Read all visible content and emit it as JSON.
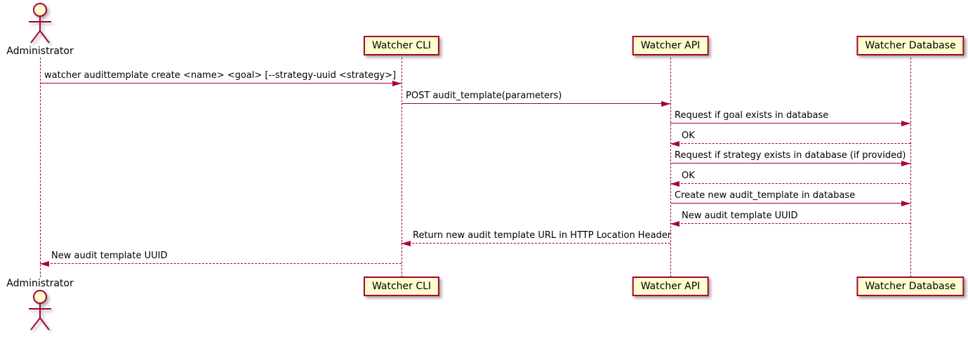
{
  "diagram": {
    "type": "sequence-diagram",
    "colors": {
      "participant_fill": "#FEFECE",
      "border": "#A80036",
      "arrow": "#A80036",
      "lifeline": "#A80036",
      "text": "#000000",
      "background": "#FFFFFF"
    },
    "participants": [
      {
        "id": "administrator",
        "label": "Administrator",
        "kind": "actor"
      },
      {
        "id": "watcher-cli",
        "label": "Watcher CLI",
        "kind": "participant"
      },
      {
        "id": "watcher-api",
        "label": "Watcher API",
        "kind": "participant"
      },
      {
        "id": "watcher-db",
        "label": "Watcher Database",
        "kind": "participant"
      }
    ],
    "messages": [
      {
        "from": "administrator",
        "to": "watcher-cli",
        "text": "watcher audittemplate create <name> <goal> [--strategy-uuid <strategy>]",
        "line": "solid"
      },
      {
        "from": "watcher-cli",
        "to": "watcher-api",
        "text": "POST audit_template(parameters)",
        "line": "solid"
      },
      {
        "from": "watcher-api",
        "to": "watcher-db",
        "text": "Request if goal exists in database",
        "line": "solid"
      },
      {
        "from": "watcher-db",
        "to": "watcher-api",
        "text": "OK",
        "line": "dashed"
      },
      {
        "from": "watcher-api",
        "to": "watcher-db",
        "text": "Request if strategy exists in database (if provided)",
        "line": "solid"
      },
      {
        "from": "watcher-db",
        "to": "watcher-api",
        "text": "OK",
        "line": "dashed"
      },
      {
        "from": "watcher-api",
        "to": "watcher-db",
        "text": "Create new audit_template in database",
        "line": "solid"
      },
      {
        "from": "watcher-db",
        "to": "watcher-api",
        "text": "New audit template UUID",
        "line": "dashed"
      },
      {
        "from": "watcher-api",
        "to": "watcher-cli",
        "text": "Return new audit template URL in HTTP Location Header",
        "line": "dashed"
      },
      {
        "from": "watcher-cli",
        "to": "administrator",
        "text": "New audit template UUID",
        "line": "dashed"
      }
    ]
  }
}
